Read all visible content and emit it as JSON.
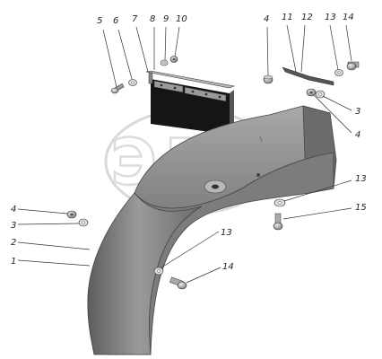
{
  "callouts": {
    "c1": "1",
    "c2": "2",
    "c3a": "3",
    "c4a": "4",
    "c5": "5",
    "c6": "6",
    "c7": "7",
    "c8": "8",
    "c9": "9",
    "c10": "10",
    "c4b": "4",
    "c11": "11",
    "c12": "12",
    "c13a": "13",
    "c14a": "14",
    "c3b": "3",
    "c4c": "4",
    "c13b": "13",
    "c15": "15",
    "c13c": "13",
    "c14b": "14"
  },
  "watermark": {
    "text": "ЭЛФ"
  },
  "colors": {
    "fender_light": "#8a8a8a",
    "fender_dark": "#555555",
    "mudflap": "#1c1c1c"
  }
}
